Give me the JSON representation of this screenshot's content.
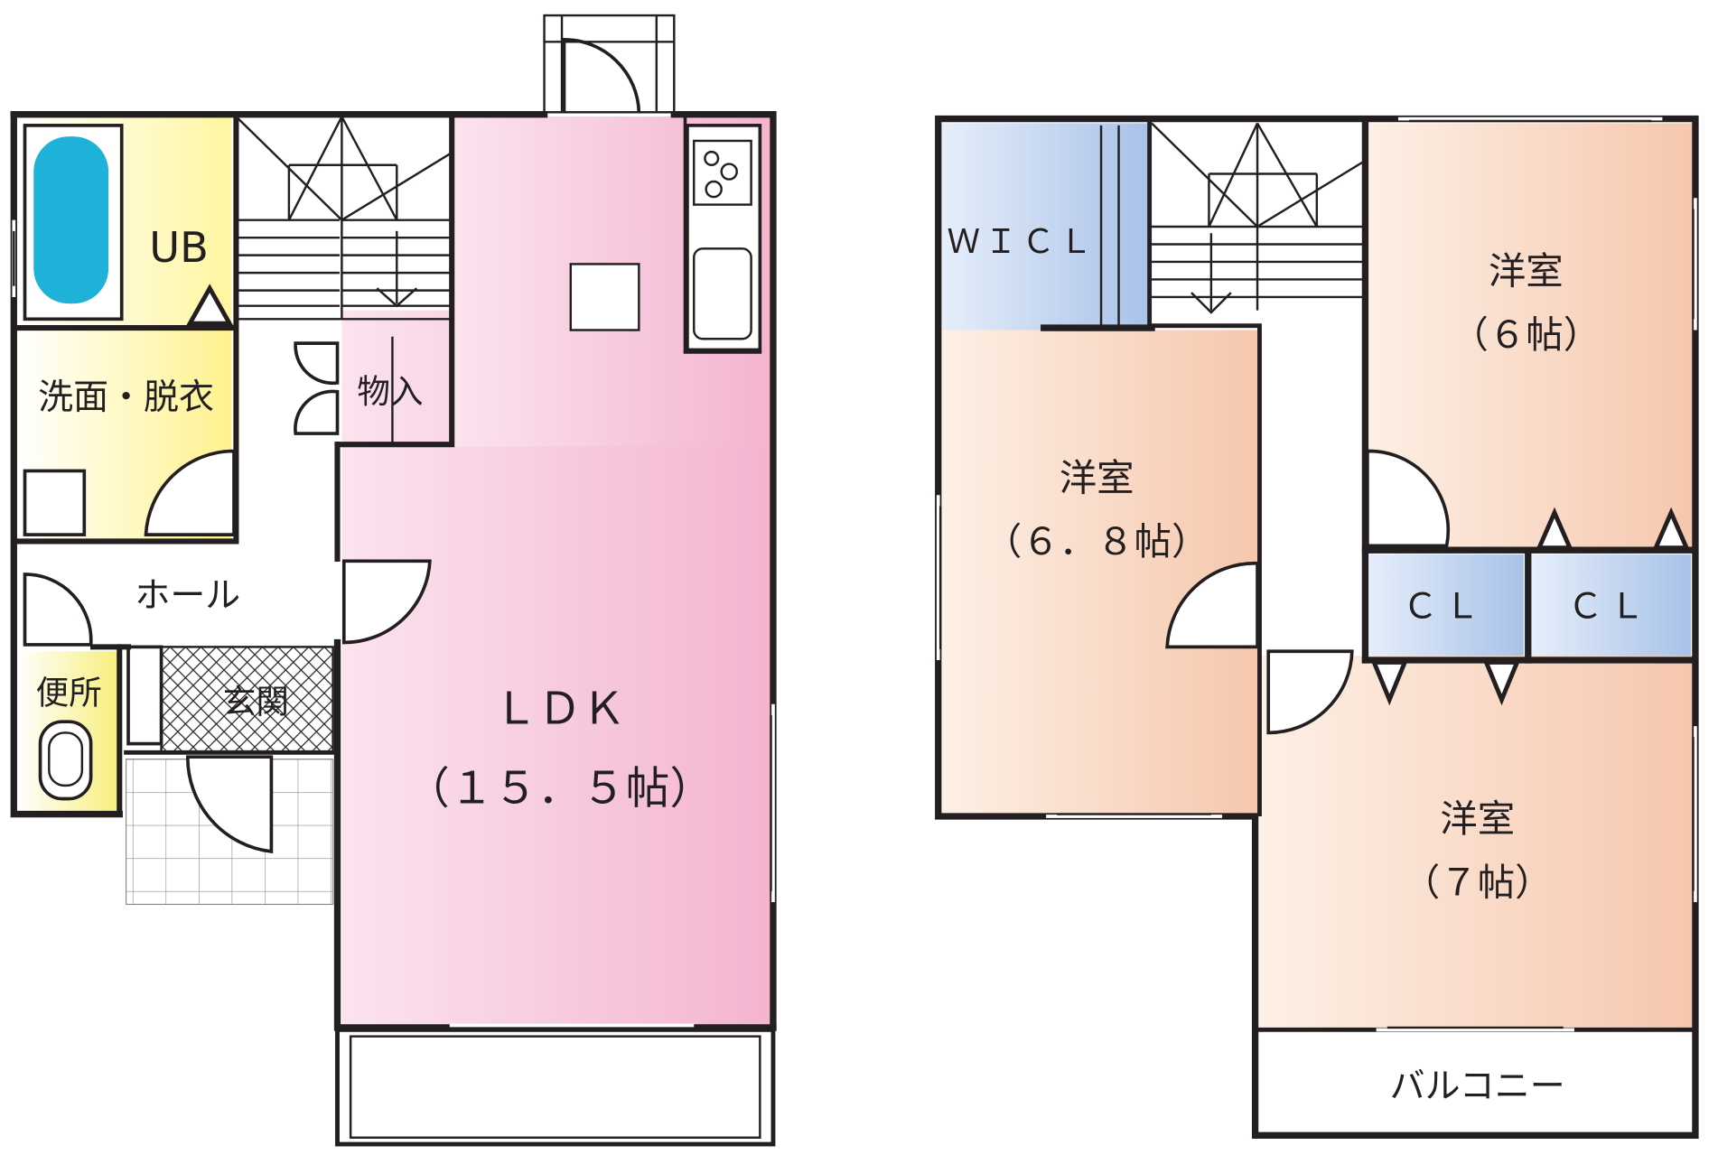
{
  "first_floor": {
    "unit_bath": "UB",
    "washroom": "洗面・脱衣",
    "storage": "物入",
    "hall": "ホール",
    "toilet": "便所",
    "entrance": "玄関",
    "ldk_name": "ＬＤＫ",
    "ldk_size": "（１５．５帖）"
  },
  "second_floor": {
    "walk_in_closet": "ＷＩＣＬ",
    "room_a_name": "洋室",
    "room_a_size": "（６．８帖）",
    "room_b_name": "洋室",
    "room_b_size": "（６帖）",
    "room_c_name": "洋室",
    "room_c_size": "（７帖）",
    "closet_left": "ＣＬ",
    "closet_right": "ＣＬ",
    "balcony": "バルコニー"
  },
  "colors": {
    "wall": "#231f20",
    "bath_tub": "#1fb2d8",
    "bath_yellow": "#fff9b0",
    "toilet_yellow": "#f9f39a",
    "storage_blue": "#bcd2ee",
    "ldk_pink": "#f4b8d2",
    "room_peach": "#f7cfb8",
    "closet_blue": "#c9d9f2"
  }
}
